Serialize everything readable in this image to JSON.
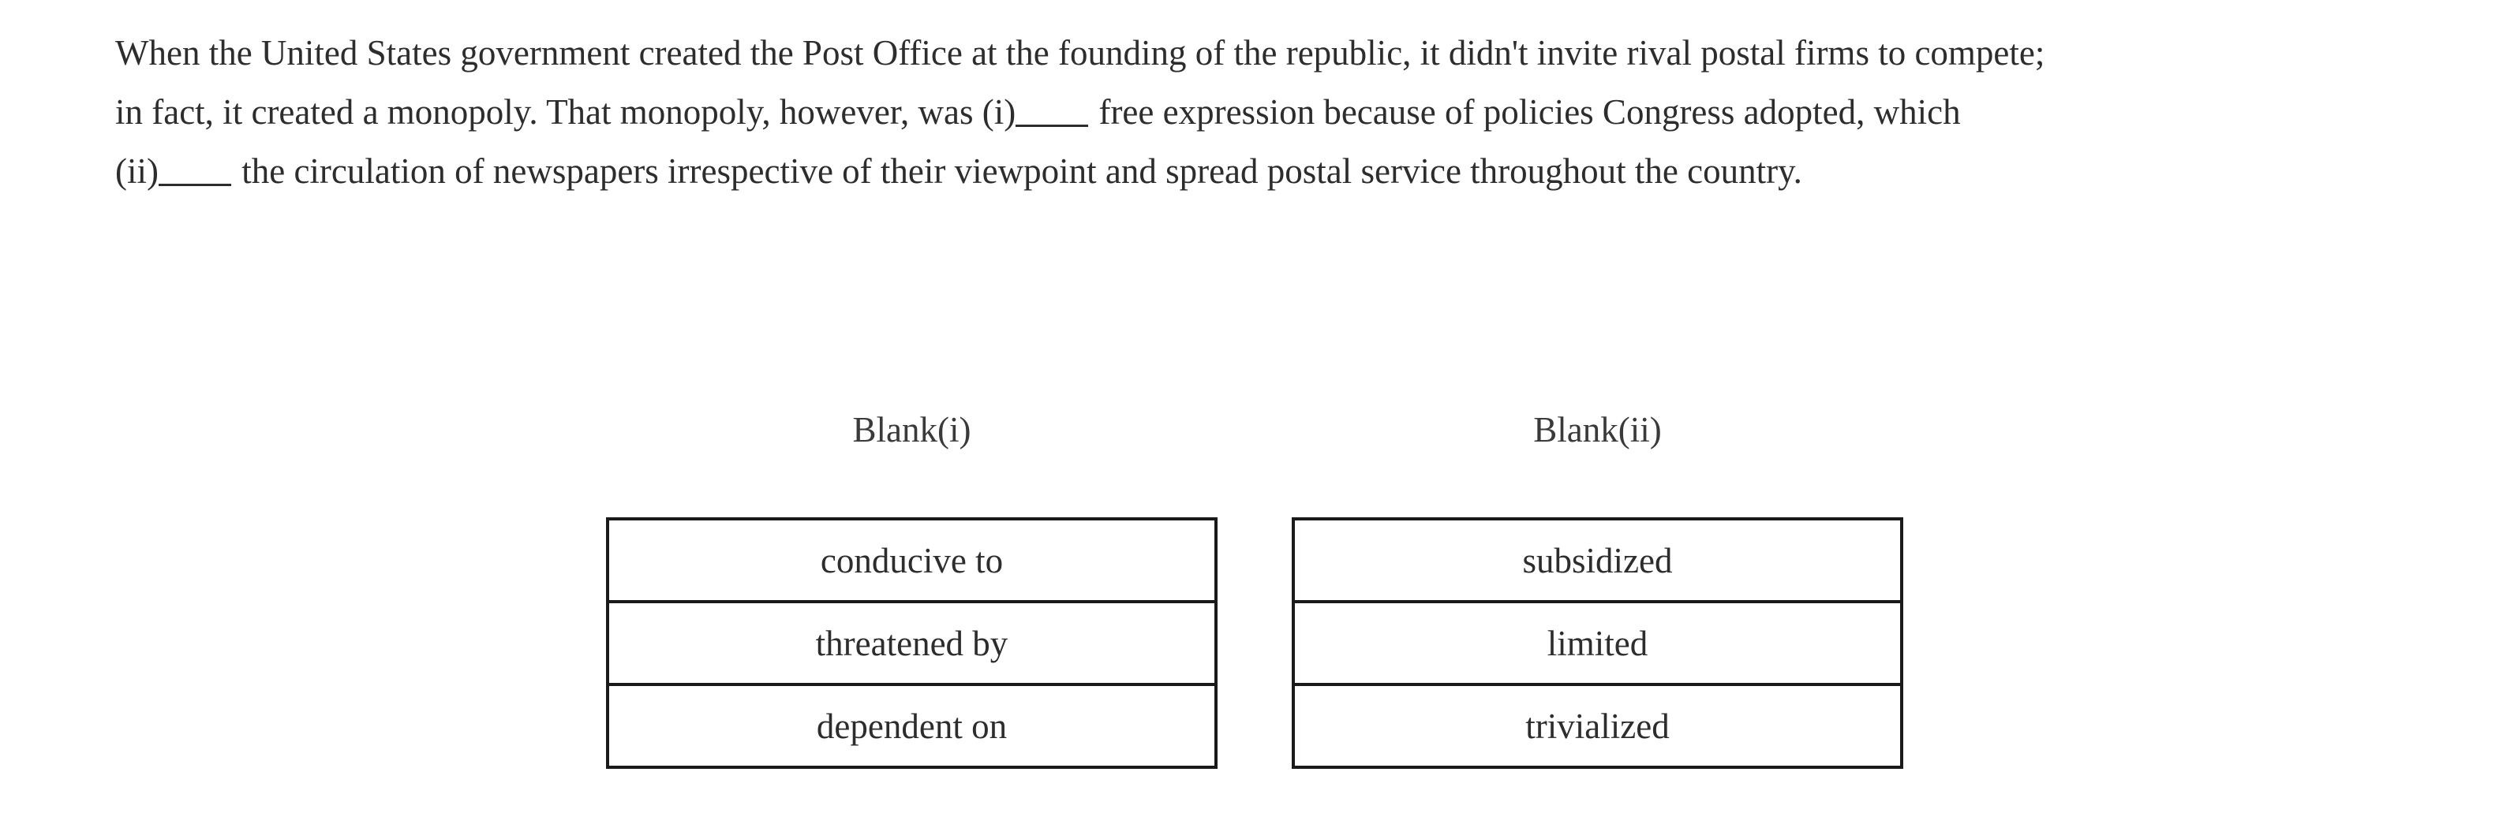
{
  "passage": {
    "lines": [
      {
        "segments": [
          {
            "type": "text",
            "value": "When the United States government created the Post Office at the founding of the republic, it didn't invite rival postal firms to compete;"
          }
        ]
      },
      {
        "segments": [
          {
            "type": "text",
            "value": "in fact, it created a monopoly. That monopoly, however, was (i)"
          },
          {
            "type": "blank",
            "value": "_____"
          },
          {
            "type": "text",
            "value": " free expression because of policies Congress adopted, which"
          }
        ]
      },
      {
        "segments": [
          {
            "type": "text",
            "value": "(ii)"
          },
          {
            "type": "blank",
            "value": "_____"
          },
          {
            "type": "text",
            "value": " the circulation of newspapers irrespective of their viewpoint and spread postal service throughout the country."
          }
        ]
      }
    ],
    "full_text": "When the United States government created the Post Office at the founding of the republic, it didn't invite rival postal firms to compete; in fact, it created a monopoly. That monopoly, however, was (i)_____ free expression because of policies Congress adopted, which (ii)_____ the circulation of newspapers irrespective of their viewpoint and spread postal service throughout the country.",
    "line1": "When the United States government created the Post Office at the founding of the republic, it didn't invite rival postal firms to compete;",
    "line2_before_blank": "in fact, it created a monopoly. That monopoly, however, was (i)",
    "line2_after_blank": " free expression because of policies Congress adopted, which",
    "line3_before_blank": "(ii)",
    "line3_after_blank": " the circulation of newspapers irrespective of their viewpoint and spread postal service throughout the country."
  },
  "answer_columns": [
    {
      "header": "Blank(i)",
      "options": [
        {
          "label": "conducive to"
        },
        {
          "label": "threatened by"
        },
        {
          "label": "dependent on"
        }
      ]
    },
    {
      "header": "Blank(ii)",
      "options": [
        {
          "label": "subsidized"
        },
        {
          "label": "limited"
        },
        {
          "label": "trivialized"
        }
      ]
    }
  ],
  "colors": {
    "background": "#ffffff",
    "text": "#2d2d2d",
    "border": "#1a1a1a",
    "header_text": "#3a3a3a"
  }
}
